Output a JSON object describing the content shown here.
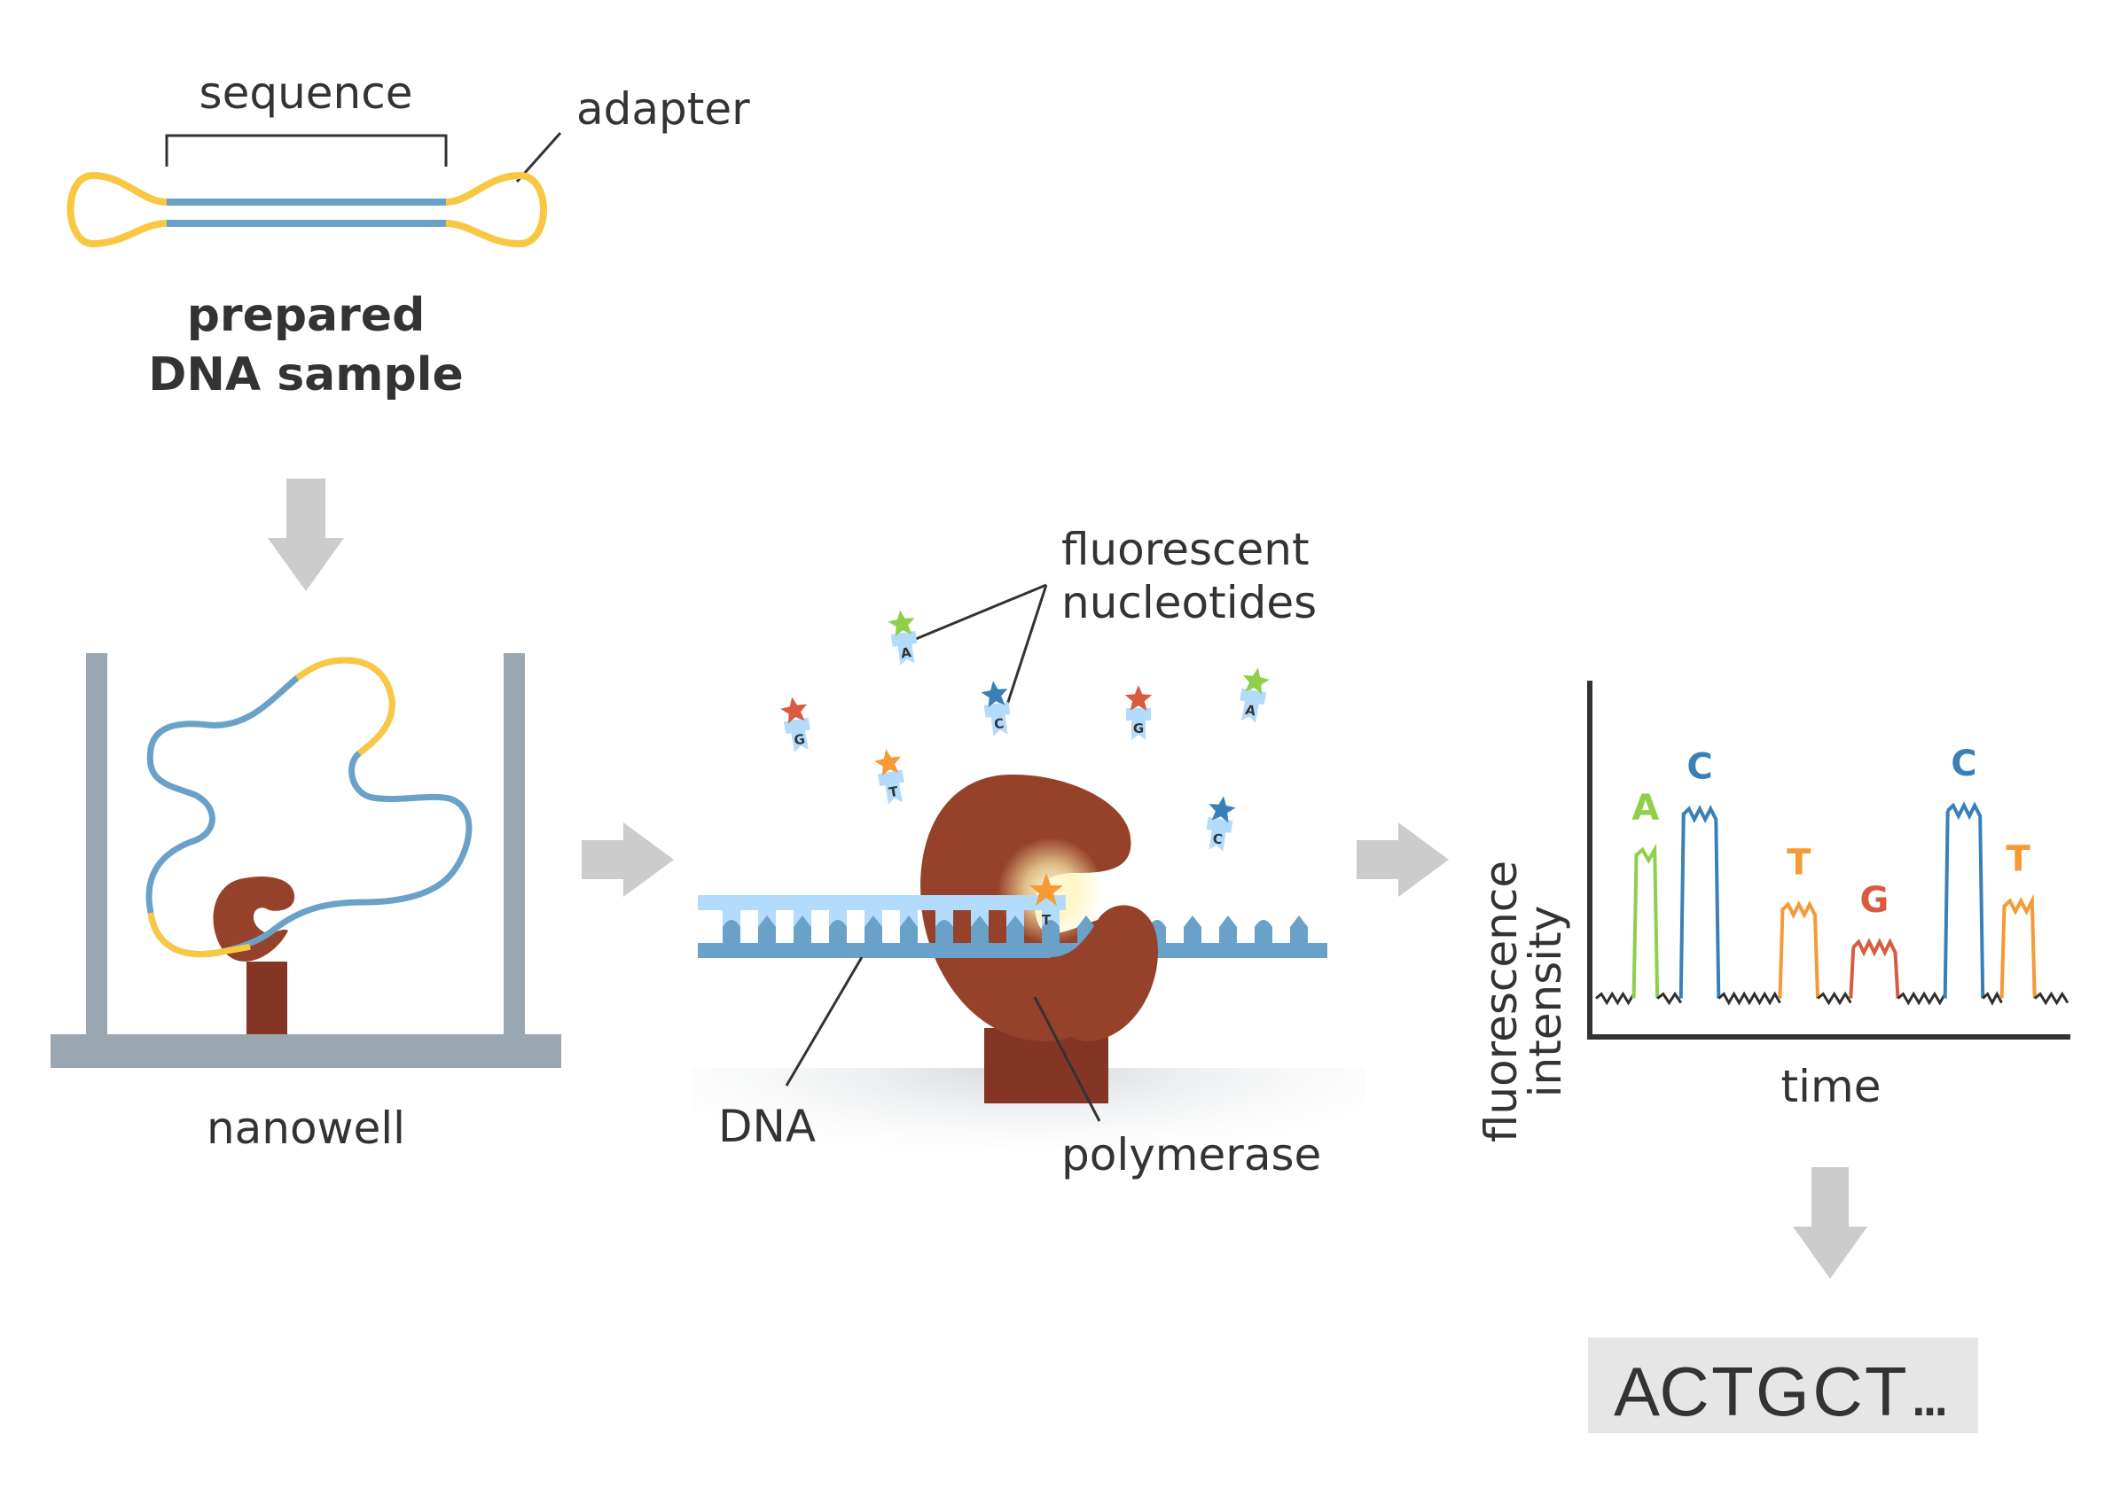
{
  "panel_sample": {
    "sequence_label": "sequence",
    "adapter_label": "adapter",
    "title_line1": "prepared",
    "title_line2": "DNA sample"
  },
  "panel_nanowell": {
    "label": "nanowell"
  },
  "panel_synthesis": {
    "nucleotides_label_line1": "fluorescent",
    "nucleotides_label_line2": "nucleotides",
    "dna_label": "DNA",
    "polymerase_label": "polymerase",
    "incorporated_base": "T",
    "free_nucleotides": [
      {
        "base": "A",
        "color": "#8fcf4a"
      },
      {
        "base": "G",
        "color": "#d95b3f"
      },
      {
        "base": "C",
        "color": "#3a80b8"
      },
      {
        "base": "T",
        "color": "#f59a35"
      },
      {
        "base": "G",
        "color": "#d95b3f"
      },
      {
        "base": "A",
        "color": "#8fcf4a"
      },
      {
        "base": "C",
        "color": "#3a80b8"
      }
    ]
  },
  "colors": {
    "adapter": "#f9c842",
    "dna_strand": "#6aa1c8",
    "dna_light": "#b3dbfb",
    "polymerase": "#96412a",
    "polymerase_dark": "#853523",
    "well": "#9aa6b0",
    "arrow": "#cccccc",
    "text": "#333333",
    "result_bg": "#e6e6e6",
    "baseline": "#2f2f2f"
  },
  "chart_data": {
    "type": "line",
    "title": "",
    "xlabel": "time",
    "ylabel_line1": "fluorescence",
    "ylabel_line2": "intensity",
    "ylim": [
      0,
      10
    ],
    "baseline": 1.0,
    "grid": false,
    "peaks": [
      {
        "base": "A",
        "color": "#8fcf4a",
        "start": 0.08,
        "end": 0.13,
        "height": 5.2
      },
      {
        "base": "C",
        "color": "#3a80b8",
        "start": 0.18,
        "end": 0.26,
        "height": 6.4
      },
      {
        "base": "T",
        "color": "#f59a35",
        "start": 0.39,
        "end": 0.47,
        "height": 3.6
      },
      {
        "base": "G",
        "color": "#d95b3f",
        "start": 0.54,
        "end": 0.64,
        "height": 2.5
      },
      {
        "base": "C",
        "color": "#3a80b8",
        "start": 0.74,
        "end": 0.82,
        "height": 6.5
      },
      {
        "base": "T",
        "color": "#f59a35",
        "start": 0.86,
        "end": 0.93,
        "height": 3.7
      }
    ]
  },
  "result": {
    "sequence_text": "A C T G C T ..."
  }
}
